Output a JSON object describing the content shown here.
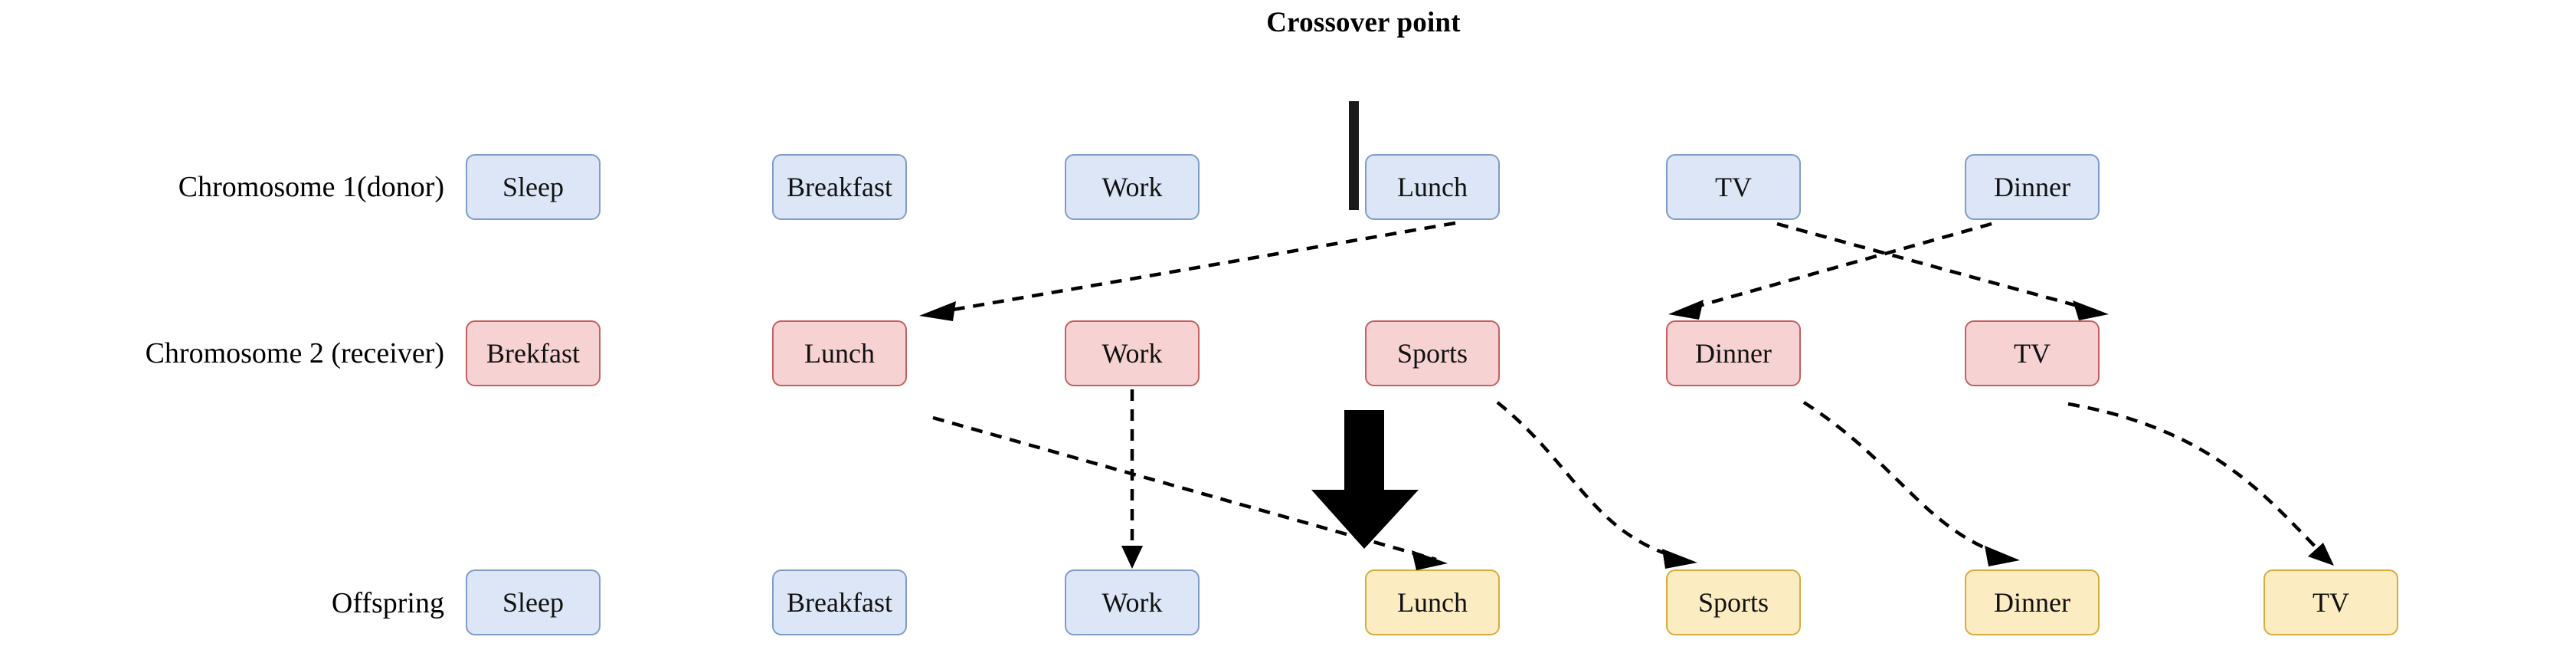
{
  "diagram": {
    "title": "Crossover point",
    "crossover_marker": "vertical-bar"
  },
  "rows": [
    {
      "id": "chromosome-1",
      "label": "Chromosome 1(donor)",
      "color": "blue",
      "fill": "#dce6f6",
      "border": "#7d9dc9",
      "genes": [
        "Sleep",
        "Breakfast",
        "Work",
        "Lunch",
        "TV",
        "Dinner"
      ]
    },
    {
      "id": "chromosome-2",
      "label": "Chromosome 2 (receiver)",
      "color": "red",
      "fill": "#f6d2d2",
      "border": "#c4605f",
      "genes": [
        "Brekfast",
        "Lunch",
        "Work",
        "Sports",
        "Dinner",
        "TV"
      ]
    },
    {
      "id": "offspring",
      "label": "Offspring",
      "genes": [
        {
          "text": "Sleep",
          "color": "blue"
        },
        {
          "text": "Breakfast",
          "color": "blue"
        },
        {
          "text": "Work",
          "color": "blue"
        },
        {
          "text": "Lunch",
          "color": "yellow"
        },
        {
          "text": "Sports",
          "color": "yellow"
        },
        {
          "text": "Dinner",
          "color": "yellow"
        },
        {
          "text": "TV",
          "color": "yellow"
        }
      ]
    }
  ],
  "connections": [
    {
      "name": "donor-lunch-to-receiver-lunch",
      "style": "dashed-arrow"
    },
    {
      "name": "donor-tv-to-receiver-tv",
      "style": "dashed-arrow"
    },
    {
      "name": "donor-dinner-to-receiver-dinner",
      "style": "dashed-arrow"
    },
    {
      "name": "receiver-lunch-to-offspring-lunch",
      "style": "dashed-arrow"
    },
    {
      "name": "receiver-work-to-offspring-work",
      "style": "dashed-arrow-vertical"
    },
    {
      "name": "receiver-sports-to-offspring-sports",
      "style": "dashed-curve-arrow"
    },
    {
      "name": "receiver-dinner-to-offspring-dinner",
      "style": "dashed-curve-arrow"
    },
    {
      "name": "receiver-tv-to-offspring-tv",
      "style": "dashed-curve-arrow"
    },
    {
      "name": "crossover-down-arrow",
      "style": "thick-block-arrow"
    }
  ],
  "colors": {
    "blue_fill": "#dce6f6",
    "blue_border": "#7d9dc9",
    "red_fill": "#f6d2d2",
    "red_border": "#c4605f",
    "yellow_fill": "#fcecc2",
    "yellow_border": "#d5ad3e",
    "ink": "#000000"
  }
}
